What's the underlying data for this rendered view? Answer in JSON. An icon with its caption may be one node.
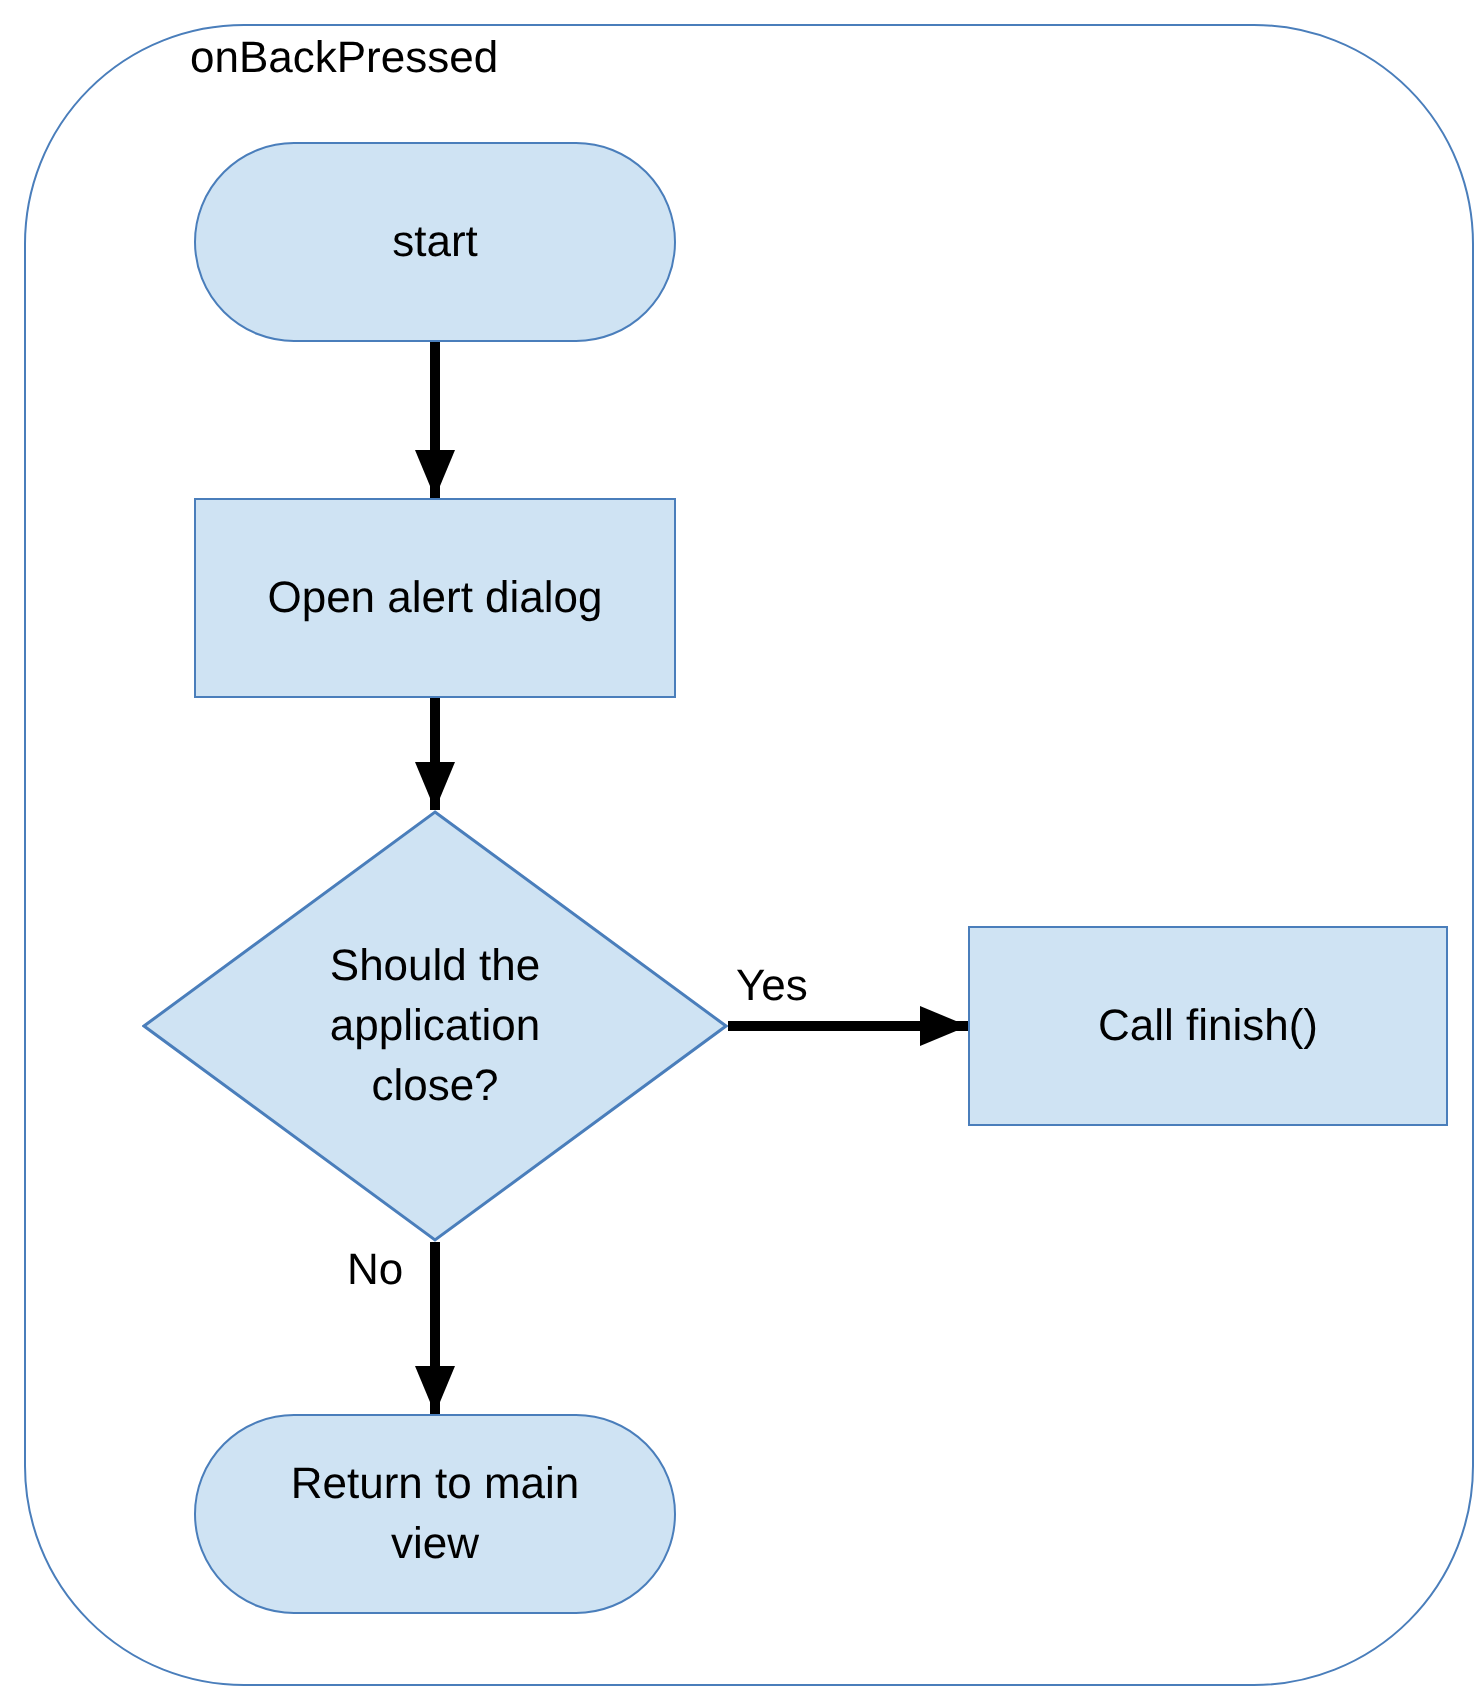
{
  "diagram": {
    "nodes": [
      {
        "text": [
          "onBackPressed"
        ]
      },
      {
        "text": [
          "start"
        ],
        "in": 0
      },
      {
        "text": [
          "Open alert dialog"
        ],
        "in": 0
      },
      {
        "text": [
          "Should the application close?"
        ],
        "in": 0
      },
      {
        "text": [
          "Call finish()"
        ],
        "in": 0
      },
      {
        "text": [
          "Return to main view"
        ],
        "in": 0
      }
    ],
    "edges": [
      {
        "from": 1,
        "to": 2,
        "arrow": "to"
      },
      {
        "from": 2,
        "to": 3,
        "arrow": "to"
      },
      {
        "from": 3,
        "to": 4,
        "arrow": "to",
        "label": "Yes"
      },
      {
        "from": 3,
        "to": 5,
        "arrow": "to",
        "label": "No"
      }
    ]
  }
}
